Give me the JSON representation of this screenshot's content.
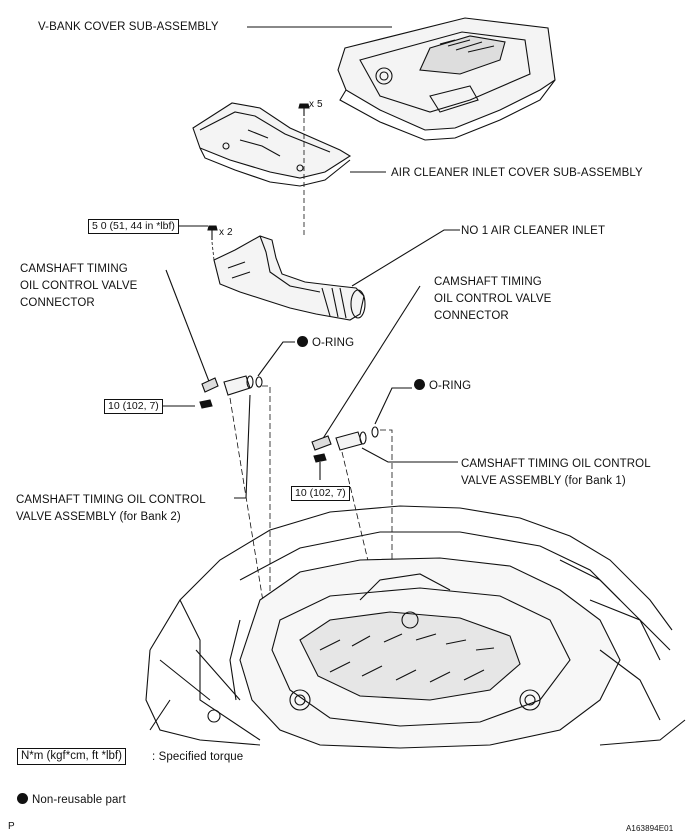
{
  "labels": {
    "vbank_cover": "V-BANK COVER SUB-ASSEMBLY",
    "x5": "x 5",
    "air_cleaner_inlet_cover": "AIR CLEANER INLET COVER SUB-ASSEMBLY",
    "x2": "x 2",
    "no1_air_cleaner_inlet": "NO 1 AIR CLEANER INLET",
    "cam_connector_left_1": "CAMSHAFT TIMING",
    "cam_connector_left_2": "OIL CONTROL VALVE",
    "cam_connector_left_3": "CONNECTOR",
    "cam_connector_right_1": "CAMSHAFT TIMING",
    "cam_connector_right_2": "OIL CONTROL VALVE",
    "cam_connector_right_3": "CONNECTOR",
    "oring_left": "O-RING",
    "oring_right": "O-RING",
    "valve_bank1_1": "CAMSHAFT TIMING OIL CONTROL",
    "valve_bank1_2": "VALVE ASSEMBLY (for Bank 1)",
    "valve_bank2_1": "CAMSHAFT TIMING OIL CONTROL",
    "valve_bank2_2": "VALVE ASSEMBLY (for Bank 2)"
  },
  "torques": {
    "t1": "5 0 (51, 44 in *lbf)",
    "t2": "10 (102, 7)",
    "t3": "10 (102, 7)"
  },
  "legend": {
    "torque_box": "N*m (kgf*cm, ft *lbf)",
    "torque_text": ": Specified torque",
    "nonreusable_text": "Non-reusable part"
  },
  "footer": {
    "page_letter": "P",
    "figure_code": "A163894E01"
  }
}
